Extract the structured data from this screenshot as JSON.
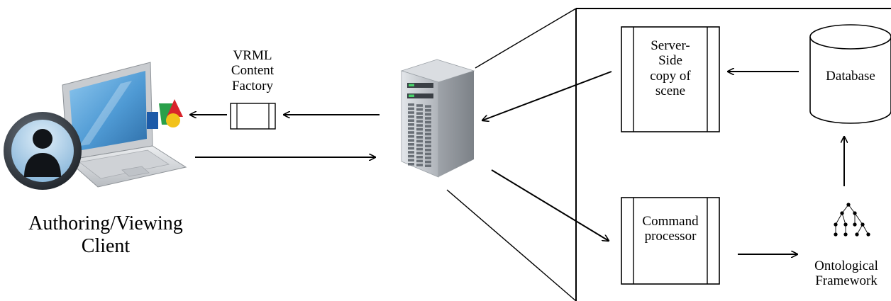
{
  "client": {
    "label_line1": "Authoring/Viewing",
    "label_line2": "Client"
  },
  "factory": {
    "label_line1": "VRML",
    "label_line2": "Content",
    "label_line3": "Factory"
  },
  "server_copy": {
    "line1": "Server-",
    "line2": "Side",
    "line3": "copy of",
    "line4": "scene"
  },
  "database": {
    "label": "Database"
  },
  "command": {
    "line1": "Command",
    "line2": "processor"
  },
  "ontology": {
    "line1": "Ontological",
    "line2": "Framework"
  },
  "colors": {
    "laptop_screen": "#5aa4d8",
    "server_body": "#cfd3d8",
    "avatar_ring": "#2a2f36",
    "shape_red": "#d8242b",
    "shape_green": "#2aa04a",
    "shape_blue": "#1c5aa8",
    "shape_yellow": "#f2c21a"
  }
}
